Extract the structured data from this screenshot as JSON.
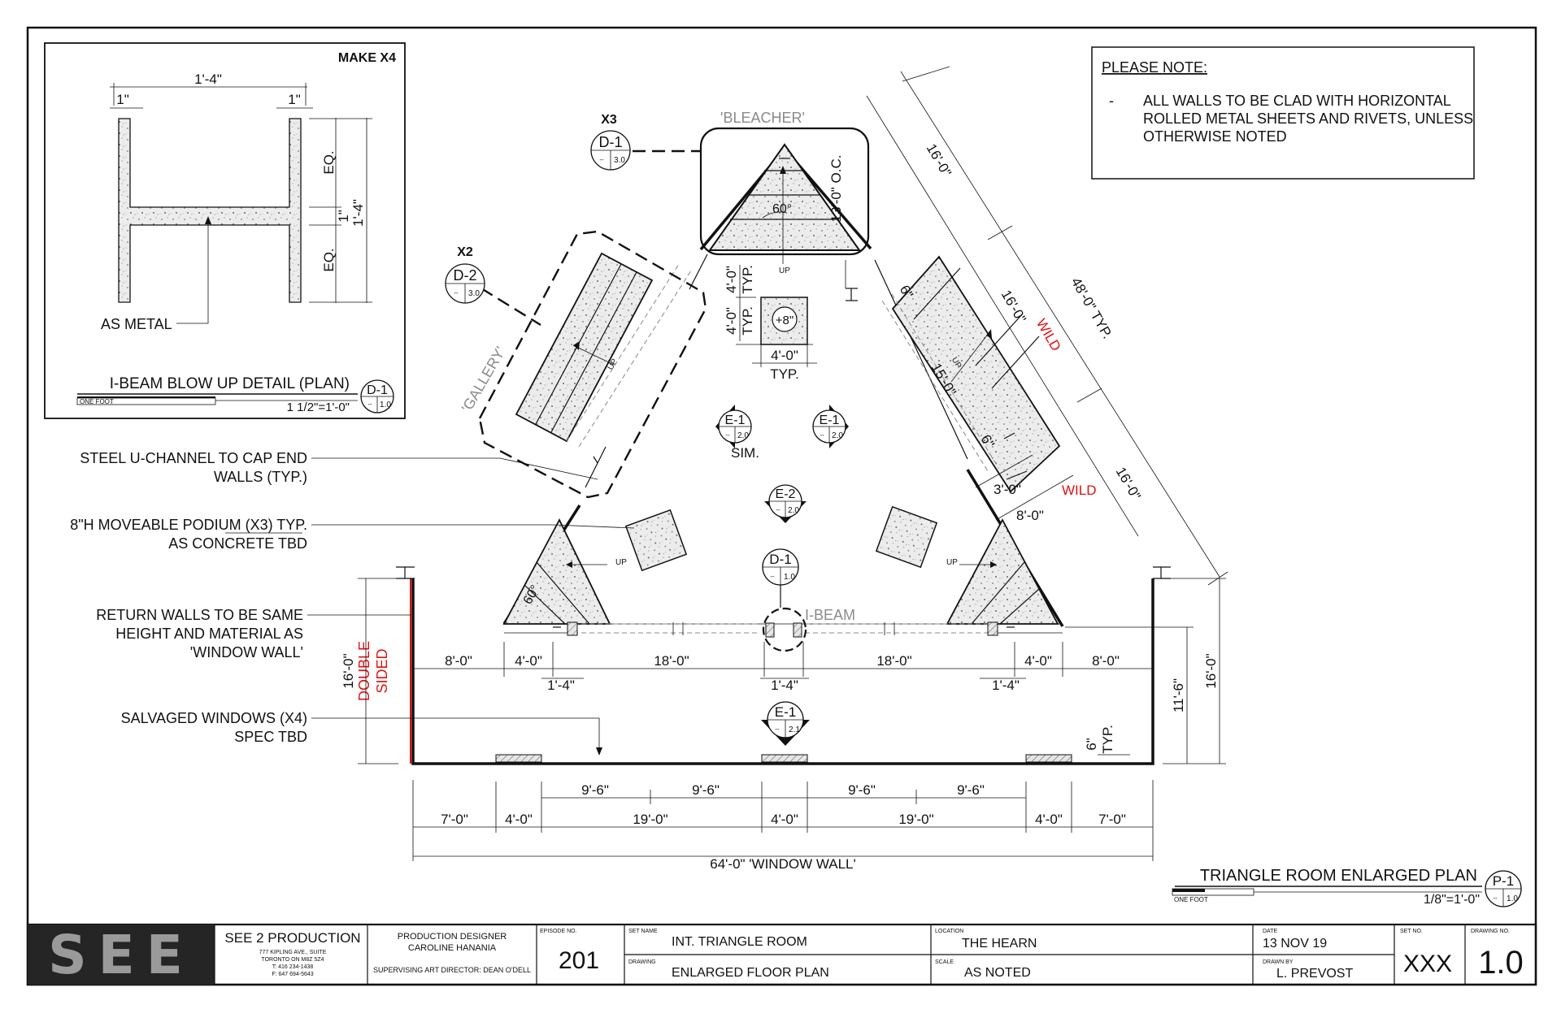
{
  "detail": {
    "title": "I-BEAM BLOW UP DETAIL (PLAN)",
    "make": "MAKE X4",
    "scale": "1 1/2\"=1'-0\"",
    "scale_bar": "ONE FOOT",
    "tag": {
      "code": "D-1",
      "sub": "--",
      "sheet": "1.0"
    },
    "dims": {
      "width": "1'-4\"",
      "flange_left": "1\"",
      "flange_right": "1\"",
      "height": "1'-4\"",
      "web": "1\"",
      "eq_top": "EQ.",
      "eq_bottom": "EQ."
    },
    "material": "AS METAL"
  },
  "note": {
    "heading": "PLEASE NOTE:",
    "bullet": "-",
    "line1": "ALL WALLS TO BE CLAD WITH HORIZONTAL",
    "line2": "ROLLED METAL SHEETS AND RIVETS, UNLESS",
    "line3": "OTHERWISE NOTED"
  },
  "labels": {
    "steel_1": "STEEL U-CHANNEL TO CAP END",
    "steel_2": "WALLS (TYP.)",
    "podium_1": "8\"H MOVEABLE PODIUM (X3) TYP.",
    "podium_2": "AS CONCRETE TBD",
    "return_1": "RETURN WALLS TO BE SAME",
    "return_2": "HEIGHT AND MATERIAL AS",
    "return_3": "'WINDOW WALL'",
    "salvaged_1": "SALVAGED WINDOWS (X4)",
    "salvaged_2": "SPEC TBD",
    "bleacher": "'BLEACHER'",
    "gallery": "'GALLERY'",
    "ibeam": "I-BEAM",
    "double": "DOUBLE",
    "sided": "SIDED",
    "up": "UP",
    "sim": "SIM.",
    "x3": "X3",
    "x2": "X2",
    "angle": "60°",
    "post_mark": "+8\""
  },
  "tags": {
    "d1_top": {
      "code": "D-1",
      "sub": "--",
      "sheet": "3.0"
    },
    "d2": {
      "code": "D-2",
      "sub": "--",
      "sheet": "3.0"
    },
    "e1_left": {
      "code": "E-1",
      "sub": "--",
      "sheet": "2.0"
    },
    "e1_right": {
      "code": "E-1",
      "sub": "--",
      "sheet": "2.0"
    },
    "e2": {
      "code": "E-2",
      "sub": "--",
      "sheet": "2.0"
    },
    "d1_mid": {
      "code": "D-1",
      "sub": "--",
      "sheet": "1.0"
    },
    "e1_bottom": {
      "code": "E-1",
      "sub": "--",
      "sheet": "2.1"
    }
  },
  "dims": {
    "d16a": "16'-0\"",
    "d16b": "16'-0\"",
    "wild": "WILD",
    "d48": "48'-0\" TYP.",
    "d16c": "16'-0\"",
    "d15": "15'-0\"",
    "d6a": "6\"",
    "d6b": "6\"",
    "d3": "3'-0\"",
    "d8wild": "8'-0\"",
    "d13": "13'-0\" O.C.",
    "d4typ_v": "4'-0\"",
    "typ": "TYP.",
    "d4typ_v2": "4'-0\"",
    "d4typ_h": "4'-0\"",
    "r_8a": "8'-0\"",
    "r_4a": "4'-0\"",
    "r_18a": "18'-0\"",
    "r_18b": "18'-0\"",
    "r_4b": "4'-0\"",
    "r_8b": "8'-0\"",
    "r_14a": "1'-4\"",
    "r_14b": "1'-4\"",
    "r_14c": "1'-4\"",
    "w_95a": "9'-6\"",
    "w_95b": "9'-6\"",
    "w_95c": "9'-6\"",
    "w_95d": "9'-6\"",
    "b_7a": "7'-0\"",
    "b_4a": "4'-0\"",
    "b_19a": "19'-0\"",
    "b_4b": "4'-0\"",
    "b_19b": "19'-0\"",
    "b_4c": "4'-0\"",
    "b_7b": "7'-0\"",
    "total": "64'-0\" 'WINDOW WALL'",
    "left16": "16'-0\"",
    "right16": "16'-0\"",
    "right116": "11'-6\"",
    "typ6": "6\"",
    "typ6b": "TYP."
  },
  "plan": {
    "title": "TRIANGLE ROOM ENLARGED PLAN",
    "scale": "1/8\"=1'-0\"",
    "scale_bar": "ONE FOOT",
    "tag": {
      "code": "P-1",
      "sub": "--",
      "sheet": "1.0"
    }
  },
  "title_block": {
    "logo": "SEE",
    "company": "SEE 2 PRODUCTION",
    "addr1": "777 KIPLING AVE., SUITE",
    "addr2": "TORONTO ON M8Z 5Z4",
    "addr3": "T: 416 234-1438",
    "addr4": "F: 647 694-5643",
    "pd_label": "PRODUCTION DESIGNER",
    "pd_name": "CAROLINE HANANIA",
    "sad": "SUPERVISING ART DIRECTOR:  DEAN O'DELL",
    "episode_label": "EPISODE NO.",
    "episode": "201",
    "set_name_label": "SET NAME",
    "set_name": "INT. TRIANGLE ROOM",
    "drawing_label": "DRAWING",
    "drawing": "ENLARGED FLOOR PLAN",
    "location_label": "LOCATION",
    "location": "THE HEARN",
    "scale_label": "SCALE",
    "scale": "AS NOTED",
    "date_label": "DATE",
    "date": "13 NOV 19",
    "drawn_label": "DRAWN BY",
    "drawn": "L. PREVOST",
    "setno_label": "SET NO.",
    "setno": "XXX",
    "drawno_label": "DRAWING NO.",
    "drawno": "1.0"
  }
}
